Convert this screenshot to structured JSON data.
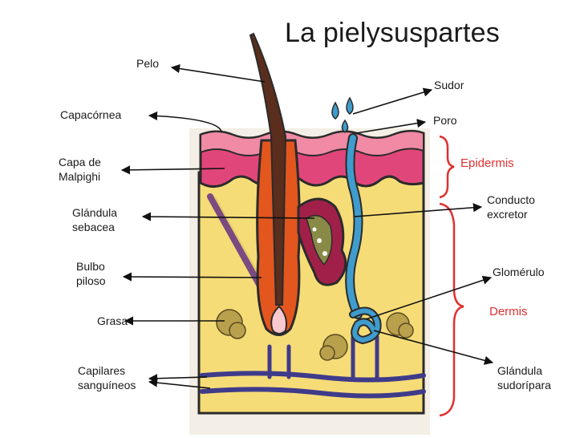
{
  "diagram": {
    "title": "La pielysuspartes",
    "labels": {
      "pelo": "Pelo",
      "sudor": "Sudor",
      "capa_cornea": "Capacórnea",
      "poro": "Poro",
      "capa_malpighi": "Capa de\nMalpighi",
      "epidermis": "Epidermis",
      "glandula_sebacea": "Glándula\nsebacea",
      "conducto_excretor": "Conducto\nexcretor",
      "bulbo_piloso": "Bulbo\npiloso",
      "glomerulo": "Glomérulo",
      "grasa": "Grasa",
      "dermis": "Dermis",
      "capilares": "Capilares\nsanguíneos",
      "glandula_sudoripara": "Glándula\nsudorípara"
    },
    "colors": {
      "epidermis_pink": "#e1467a",
      "stratum": "#f08aa5",
      "dermis_yellow": "#f6dc77",
      "hair": "#5a2d1c",
      "follicle": "#e3561e",
      "sweat_duct": "#3f9ccc",
      "vessels": "#3f3b8a",
      "sebaceous": "#a0204a",
      "fat": "#b9a04c",
      "bracket_red": "#e03030"
    }
  }
}
